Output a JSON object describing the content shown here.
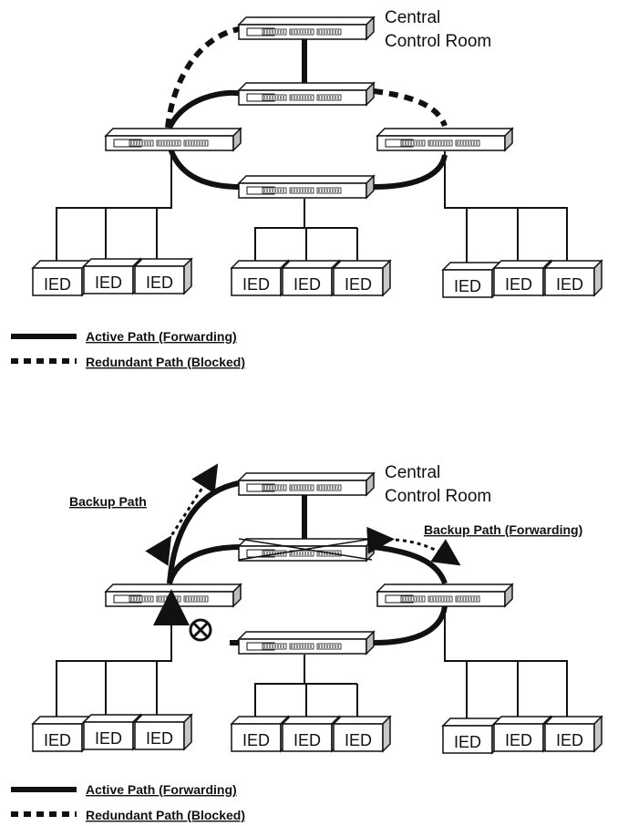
{
  "diagram_top": {
    "room_label_line1": "Central",
    "room_label_line2": "Control Room",
    "ied_label": "IED",
    "legend": {
      "active": "Active Path (Forwarding)",
      "redundant": "Redundant Path (Blocked)"
    }
  },
  "diagram_bottom": {
    "room_label_line1": "Central",
    "room_label_line2": "Control Room",
    "ied_label": "IED",
    "backup_path_label": "Backup Path",
    "backup_forwarding_label": "Backup Path (Forwarding)",
    "legend": {
      "active": "Active Path (Forwarding)",
      "redundant": "Redundant Path (Blocked)"
    }
  }
}
